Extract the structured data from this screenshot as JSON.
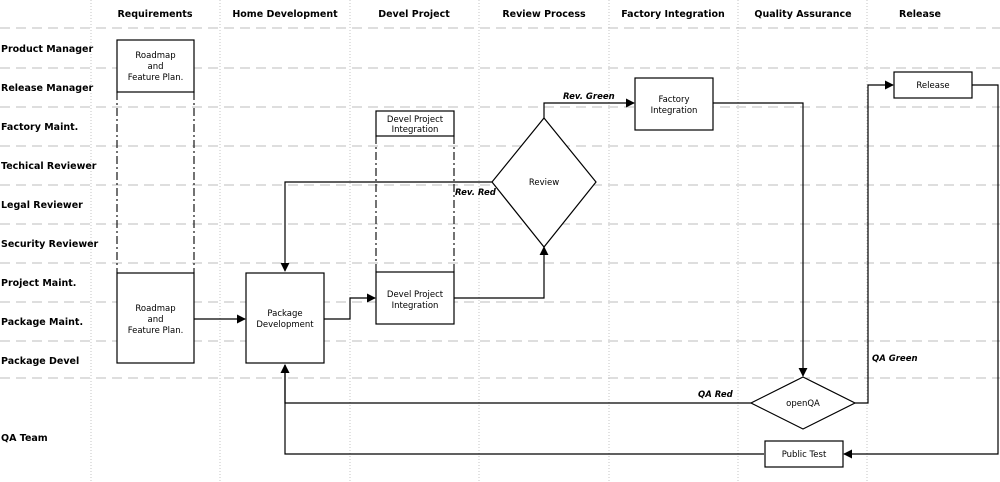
{
  "columns": {
    "requirements": "Requirements",
    "home_development": "Home Development",
    "devel_project": "Devel Project",
    "review_process": "Review Process",
    "factory_integration": "Factory Integration",
    "quality_assurance": "Quality Assurance",
    "release": "Release"
  },
  "lanes": {
    "product_manager": "Product Manager",
    "release_manager": "Release Manager",
    "factory_maint": "Factory Maint.",
    "technical_reviewer": "Techical Reviewer",
    "legal_reviewer": "Legal Reviewer",
    "security_reviewer": "Security Reviewer",
    "project_maint": "Project Maint.",
    "package_maint": "Package Maint.",
    "package_devel": "Package Devel",
    "qa_team": "QA Team"
  },
  "nodes": {
    "roadmap_top": [
      "Roadmap",
      "and",
      "Feature Plan."
    ],
    "roadmap_bottom": [
      "Roadmap",
      "and",
      "Feature Plan."
    ],
    "package_development": [
      "Package",
      "Development"
    ],
    "devel_integration_top": [
      "Devel Project",
      "Integration"
    ],
    "devel_integration_bottom": [
      "Devel Project",
      "Integration"
    ],
    "review": "Review",
    "factory_integration": [
      "Factory",
      "Integration"
    ],
    "release": "Release",
    "openqa": "openQA",
    "public_test": "Public Test"
  },
  "edges": {
    "rev_green": "Rev. Green",
    "rev_red": "Rev. Red",
    "qa_red": "QA Red",
    "qa_green": "QA Green"
  }
}
